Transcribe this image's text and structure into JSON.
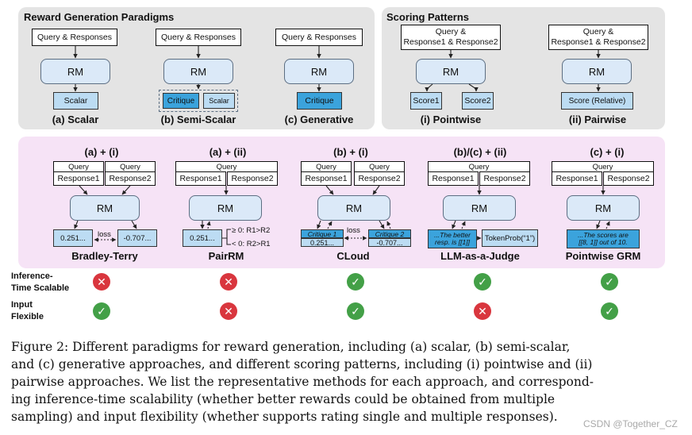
{
  "colors": {
    "panel_gray": "#e4e4e4",
    "panel_pink": "#f6e3f6",
    "rm_fill": "#dbe9f8",
    "light_blue": "#bcdcf3",
    "dark_blue": "#3ba3dc",
    "cross_red": "#d9363e",
    "check_green": "#43a047"
  },
  "top_left": {
    "title": "Reward Generation Paradigms",
    "col_a": {
      "input": "Query & Responses",
      "rm": "RM",
      "output": "Scalar",
      "caption": "(a) Scalar"
    },
    "col_b": {
      "input": "Query & Responses",
      "rm": "RM",
      "out1": "Critique",
      "out2": "Scalar",
      "caption": "(b) Semi-Scalar"
    },
    "col_c": {
      "input": "Query & Responses",
      "rm": "RM",
      "output": "Critique",
      "caption": "(c) Generative"
    }
  },
  "top_right": {
    "title": "Scoring Patterns",
    "col_i": {
      "input_line1": "Query &",
      "input_line2": "Response1 & Response2",
      "rm": "RM",
      "out1": "Score1",
      "out2": "Score2",
      "caption": "(i) Pointwise"
    },
    "col_ii": {
      "input_line1": "Query &",
      "input_line2": "Response1 & Response2",
      "rm": "RM",
      "output": "Score (Relative)",
      "caption": "(ii) Pairwise"
    }
  },
  "methods": [
    {
      "header": "(a) + (i)",
      "query": "Query",
      "resp1": "Response1",
      "resp2": "Response2",
      "rm": "RM",
      "out1": "0.251...",
      "mid": "loss",
      "out2": "-0.707...",
      "name": "Bradley-Terry",
      "scalable": "no",
      "flexible": "yes"
    },
    {
      "header": "(a) + (ii)",
      "query": "Query",
      "resp1": "Response1",
      "resp2": "Response2",
      "rm": "RM",
      "out1": "0.251...",
      "cond1": "≥ 0: R1>R2",
      "cond2": "< 0: R2>R1",
      "name": "PairRM",
      "scalable": "no",
      "flexible": "no"
    },
    {
      "header": "(b) + (i)",
      "query": "Query",
      "query2": "Query",
      "resp1": "Response1",
      "resp2": "Response2",
      "rm": "RM",
      "crit1": "Critique 1",
      "val1": "0.251...",
      "mid": "loss",
      "crit2": "Critique 2",
      "val2": "-0.707...",
      "name": "CLoud",
      "scalable": "yes",
      "flexible": "yes"
    },
    {
      "header": "(b)/(c) + (ii)",
      "query": "Query",
      "resp1": "Response1",
      "resp2": "Response2",
      "rm": "RM",
      "out1_l1": "...The better",
      "out1_l2": "resp. is [[1]]",
      "out2": "TokenProb(“1”)",
      "name": "LLM-as-a-Judge",
      "scalable": "yes",
      "flexible": "no"
    },
    {
      "header": "(c) + (i)",
      "query": "Query",
      "resp1": "Response1",
      "resp2": "Response2",
      "rm": "RM",
      "out1_l1": "...The scores are",
      "out1_l2": "[[8, 1]] out of 10.",
      "name": "Pointwise GRM",
      "scalable": "yes",
      "flexible": "yes"
    }
  ],
  "row_labels": {
    "scalable_l1": "Inference-",
    "scalable_l2": "Time Scalable",
    "flexible_l1": "Input",
    "flexible_l2": "Flexible"
  },
  "icons": {
    "yes": "check-icon",
    "no": "cross-icon"
  },
  "caption_lines": [
    "Figure 2: Different paradigms for reward generation, including (a) scalar, (b) semi-scalar,",
    "and (c) generative approaches, and different scoring patterns, including (i) pointwise and (ii)",
    "pairwise approaches. We list the representative methods for each approach, and correspond-",
    "ing inference-time scalability (whether better rewards could be obtained from multiple",
    "sampling) and input flexibility (whether supports rating single and multiple responses)."
  ],
  "watermark": "CSDN @Together_CZ"
}
